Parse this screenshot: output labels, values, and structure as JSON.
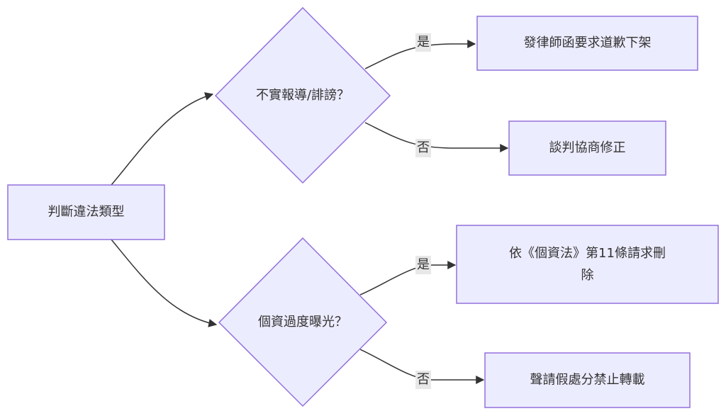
{
  "nodes": {
    "root": "判斷違法類型",
    "q1": "不實報導/誹謗？",
    "q2": "個資過度曝光？",
    "a1": "發律師函要求道歉下架",
    "a2": "談判協商修正",
    "b1_line1": "依《個資法》第11條請求刪",
    "b1_line2": "除",
    "b2": "聲請假處分禁止轉載"
  },
  "edge_labels": {
    "q1_yes": "是",
    "q1_no": "否",
    "q2_yes": "是",
    "q2_no": "否"
  },
  "colors": {
    "node_fill": "#ECECFF",
    "node_stroke": "#9370DB",
    "edge": "#333333",
    "label_bg": "#e8e8e8"
  }
}
